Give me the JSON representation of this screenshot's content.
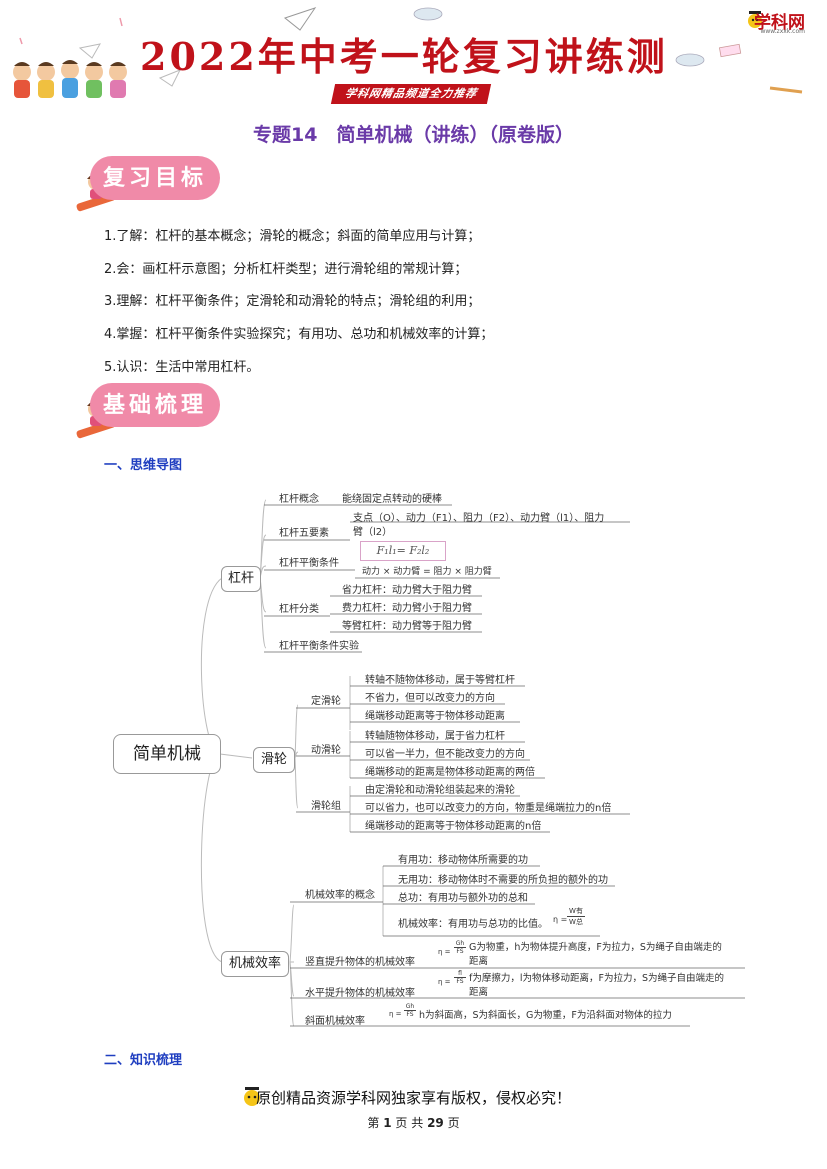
{
  "header": {
    "title": "2022年中考一轮复习讲练测",
    "subtitle": "学科网精品频道全力推荐",
    "logo": "学科网",
    "logo_url": "www.zxxk.com"
  },
  "doc_title": "专题14　简单机械（讲练）（原卷版）",
  "sections": {
    "goals": {
      "badge": "复习目标"
    },
    "basics": {
      "badge": "基础梳理"
    }
  },
  "goals": [
    "1.了解：杠杆的基本概念；滑轮的概念；斜面的简单应用与计算；",
    "2.会：画杠杆示意图；分析杠杆类型；进行滑轮组的常规计算；",
    "3.理解：杠杆平衡条件；定滑轮和动滑轮的特点；滑轮组的利用；",
    "4.掌握：杠杆平衡条件实验探究；有用功、总功和机械效率的计算；",
    "5.认识：生活中常用杠杆。"
  ],
  "headings": {
    "mindmap": "一、思维导图",
    "knowledge": "二、知识梳理"
  },
  "mindmap": {
    "root": "简单机械",
    "lever": {
      "label": "杠杆",
      "concept": "杠杆概念",
      "concept_text": "能绕固定点转动的硬棒",
      "elements": "杠杆五要素",
      "elements_text_1": "支点（O）、动力（F1）、阻力（F2）、动力臂（l1）、阻力",
      "elements_text_2": "臂（l2）",
      "balance": "杠杆平衡条件",
      "formula": "F₁l₁= F₂l₂",
      "formula_text": "动力 × 动力臂 = 阻力 × 阻力臂",
      "types": "杠杆分类",
      "type_1": "省力杠杆：动力臂大于阻力臂",
      "type_2": "费力杠杆：动力臂小于阻力臂",
      "type_3": "等臂杠杆：动力臂等于阻力臂",
      "experiment": "杠杆平衡条件实验"
    },
    "pulley": {
      "label": "滑轮",
      "fixed": "定滑轮",
      "fixed_1": "转轴不随物体移动，属于等臂杠杆",
      "fixed_2": "不省力，但可以改变力的方向",
      "fixed_3": "绳端移动距离等于物体移动距离",
      "movable": "动滑轮",
      "movable_1": "转轴随物体移动，属于省力杠杆",
      "movable_2": "可以省一半力，但不能改变力的方向",
      "movable_3": "绳端移动的距离是物体移动距离的两倍",
      "block": "滑轮组",
      "block_1": "由定滑轮和动滑轮组装起来的滑轮",
      "block_2": "可以省力，也可以改变力的方向，物重是绳端拉力的n倍",
      "block_3": "绳端移动的距离等于物体移动距离的n倍"
    },
    "efficiency": {
      "label": "机械效率",
      "concept": "机械效率的概念",
      "useful": "有用功：移动物体所需要的功",
      "extra": "无用功：移动物体时不需要的所负担的额外的功",
      "total": "总功：有用功与额外功的总和",
      "eff": "机械效率：有用功与总功的比值。",
      "eff_formula_num": "W有",
      "eff_formula_den": "W总",
      "eta": "η =",
      "vertical": "竖直提升物体的机械效率",
      "vertical_frac_num": "Gh",
      "vertical_frac_den": "FS",
      "vertical_text_1": "G为物重，h为物体提升高度，F为拉力，S为绳子自由端走的",
      "vertical_text_2": "距离",
      "horizontal": "水平提升物体的机械效率",
      "horizontal_frac_num": "fl",
      "horizontal_frac_den": "FS",
      "horizontal_text_1": "f为摩擦力，l为物体移动距离，F为拉力，S为绳子自由端走的",
      "horizontal_text_2": "距离",
      "incline": "斜面机械效率",
      "incline_frac_num": "Gh",
      "incline_frac_den": "FS",
      "incline_text": "h为斜面高，S为斜面长，G为物重，F为沿斜面对物体的拉力"
    }
  },
  "footer": {
    "copyright": "原创精品资源学科网独家享有版权，侵权必究！",
    "page_prefix": "第",
    "page": "1",
    "page_mid": "页 共",
    "total": "29",
    "page_suffix": "页"
  }
}
